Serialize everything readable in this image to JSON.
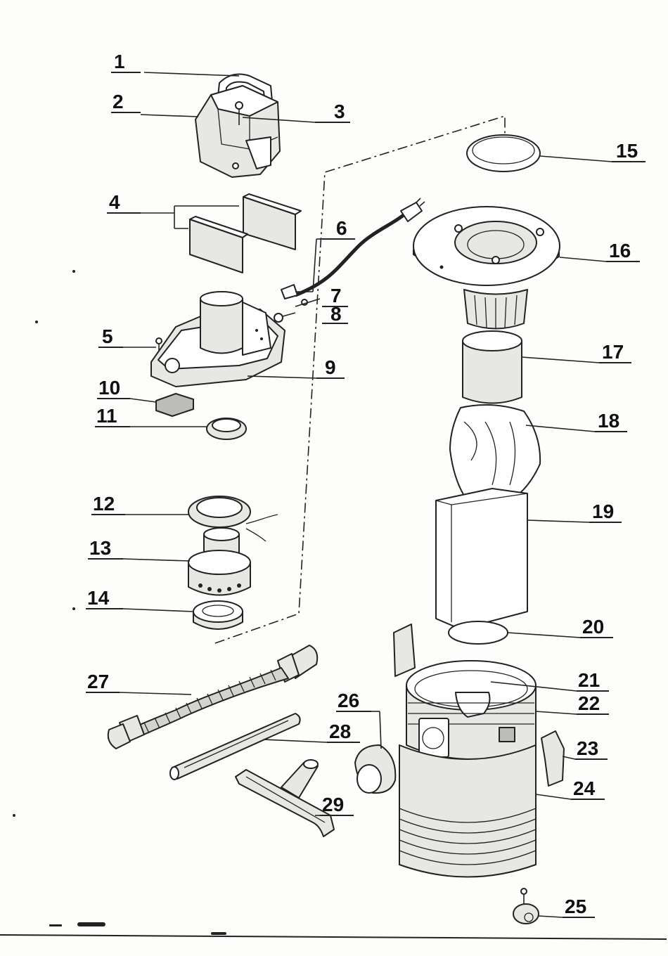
{
  "callouts": [
    {
      "id": "1",
      "text": "1"
    },
    {
      "id": "2",
      "text": "2"
    },
    {
      "id": "3",
      "text": "3"
    },
    {
      "id": "4",
      "text": "4"
    },
    {
      "id": "5",
      "text": "5"
    },
    {
      "id": "6",
      "text": "6"
    },
    {
      "id": "7",
      "text": "7"
    },
    {
      "id": "8",
      "text": "8"
    },
    {
      "id": "9",
      "text": "9"
    },
    {
      "id": "10",
      "text": "10"
    },
    {
      "id": "11",
      "text": "11"
    },
    {
      "id": "12",
      "text": "12"
    },
    {
      "id": "13",
      "text": "13"
    },
    {
      "id": "14",
      "text": "14"
    },
    {
      "id": "15",
      "text": "15"
    },
    {
      "id": "16",
      "text": "16"
    },
    {
      "id": "17",
      "text": "17"
    },
    {
      "id": "18",
      "text": "18"
    },
    {
      "id": "19",
      "text": "19"
    },
    {
      "id": "20",
      "text": "20"
    },
    {
      "id": "21",
      "text": "21"
    },
    {
      "id": "22",
      "text": "22"
    },
    {
      "id": "23",
      "text": "23"
    },
    {
      "id": "24",
      "text": "24"
    },
    {
      "id": "25",
      "text": "25"
    },
    {
      "id": "26",
      "text": "26"
    },
    {
      "id": "27",
      "text": "27"
    },
    {
      "id": "28",
      "text": "28"
    },
    {
      "id": "29",
      "text": "29"
    }
  ],
  "colors": {
    "ink": "#222222",
    "paper": "#fdfdfb",
    "shade": "#e7e7e3"
  }
}
